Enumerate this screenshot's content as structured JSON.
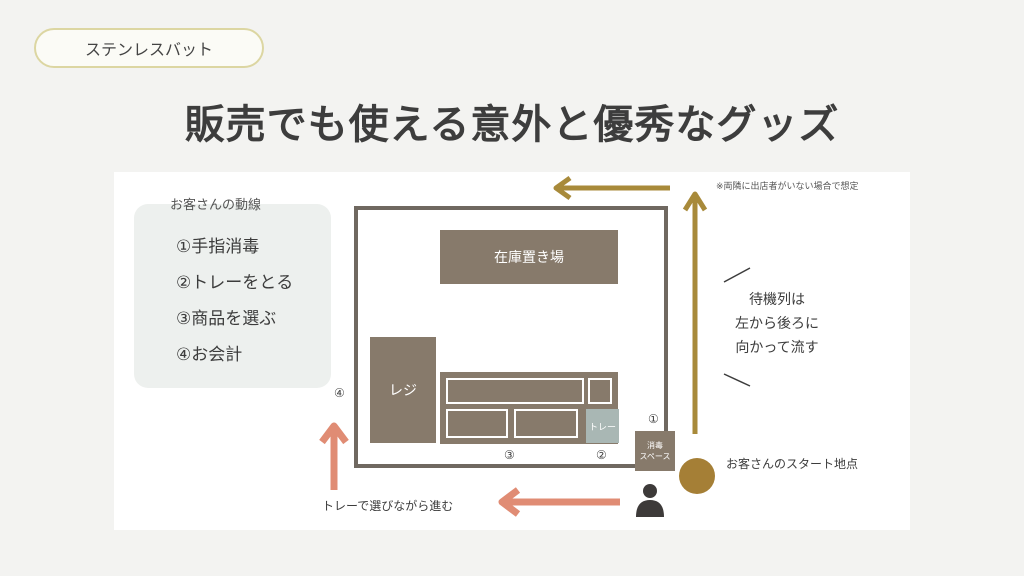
{
  "header": {
    "tag": "ステンレスバット",
    "title": "販売でも使える意外と優秀なグッズ"
  },
  "legend": {
    "title": "お客さんの動線",
    "items": [
      "①手指消毒",
      "②トレーをとる",
      "③商品を選ぶ",
      "④お会計"
    ]
  },
  "layout": {
    "stock_label": "在庫置き場",
    "register_label": "レジ",
    "tray_label": "トレー",
    "sanitize_label_line1": "消毒",
    "sanitize_label_line2": "スペース",
    "marker_1": "①",
    "marker_2": "②",
    "marker_3": "③",
    "marker_4": "④"
  },
  "notes": {
    "neighbor_note": "※両隣に出店者がいない場合で想定",
    "queue_line1": "待機列は",
    "queue_line2": "左から後ろに",
    "queue_line3": "向かって流す",
    "start_label": "お客さんのスタート地点",
    "flow_label": "トレーで選びながら進む"
  },
  "colors": {
    "gold_arrow": "#a88a3a",
    "salmon_arrow": "#e08c74",
    "booth_brown": "#877a6b",
    "start_dot": "#a57f36",
    "person": "#3d3a39"
  }
}
